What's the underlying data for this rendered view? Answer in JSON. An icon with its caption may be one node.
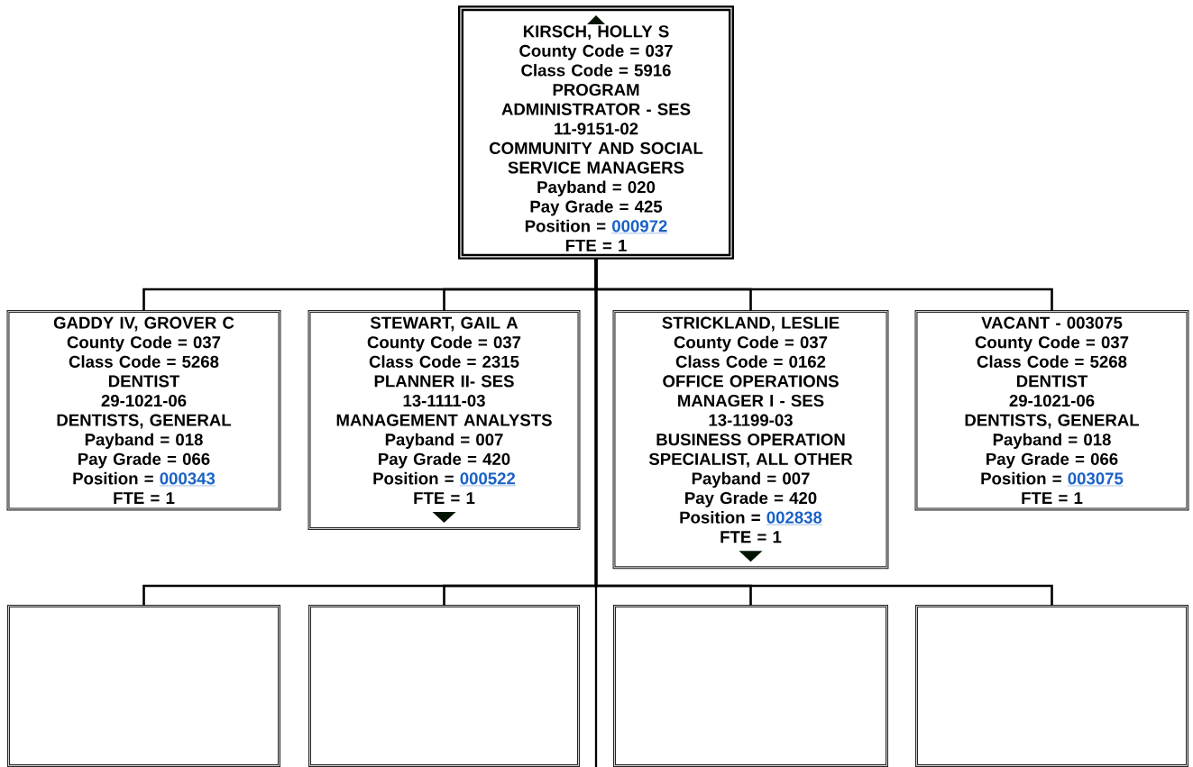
{
  "diagram": {
    "nodes": [
      {
        "text": [
          "KIRSCH, HOLLY S",
          "County Code = 037",
          "Class Code = 5916",
          "PROGRAM ADMINISTRATOR - SES",
          "11-9151-02",
          "COMMUNITY AND SOCIAL SERVICE MANAGERS",
          "Payband = 020",
          "Pay Grade = 425",
          "Position =",
          "000972",
          "FTE = 1"
        ]
      },
      {
        "text": [
          "GADDY IV, GROVER C",
          "County Code = 037",
          "Class Code = 5268",
          "DENTIST",
          "29-1021-06",
          "DENTISTS, GENERAL",
          "Payband = 018",
          "Pay Grade = 066",
          "Position =",
          "000343",
          "FTE = 1"
        ]
      },
      {
        "text": [
          "STEWART, GAIL A",
          "County Code = 037",
          "Class Code = 2315",
          "PLANNER II- SES",
          "13-1111-03",
          "MANAGEMENT ANALYSTS",
          "Payband = 007",
          "Pay Grade = 420",
          "Position =",
          "000522",
          "FTE = 1"
        ]
      },
      {
        "text": [
          "STRICKLAND, LESLIE",
          "County Code = 037",
          "Class Code = 0162",
          "OFFICE OPERATIONS MANAGER I - SES",
          "13-1199-03",
          "BUSINESS OPERATION SPECIALIST, ALL OTHER",
          "Payband = 007",
          "Pay Grade = 420",
          "Position =",
          "002838",
          "FTE = 1"
        ]
      },
      {
        "text": [
          "VACANT - 003075",
          "County Code = 037",
          "Class Code = 5268",
          "DENTIST",
          "29-1021-06",
          "DENTISTS, GENERAL",
          "Payband = 018",
          "Pay Grade = 066",
          "Position =",
          "003075",
          "FTE = 1"
        ]
      },
      {
        "text": [],
        "shape": "box"
      },
      {
        "text": [],
        "shape": "box"
      },
      {
        "text": [],
        "shape": "box"
      },
      {
        "text": [],
        "shape": "box"
      }
    ],
    "edges": [
      {
        "from": 0,
        "to": 1,
        "arrow": "none"
      },
      {
        "from": 0,
        "to": 2,
        "arrow": "none"
      },
      {
        "from": 0,
        "to": 3,
        "arrow": "none"
      },
      {
        "from": 0,
        "to": 4,
        "arrow": "none"
      },
      {
        "from": 0,
        "to": 5,
        "arrow": "none"
      },
      {
        "from": 0,
        "to": 6,
        "arrow": "none"
      },
      {
        "from": 0,
        "to": 7,
        "arrow": "none"
      },
      {
        "from": 0,
        "to": 8,
        "arrow": "none"
      }
    ]
  }
}
